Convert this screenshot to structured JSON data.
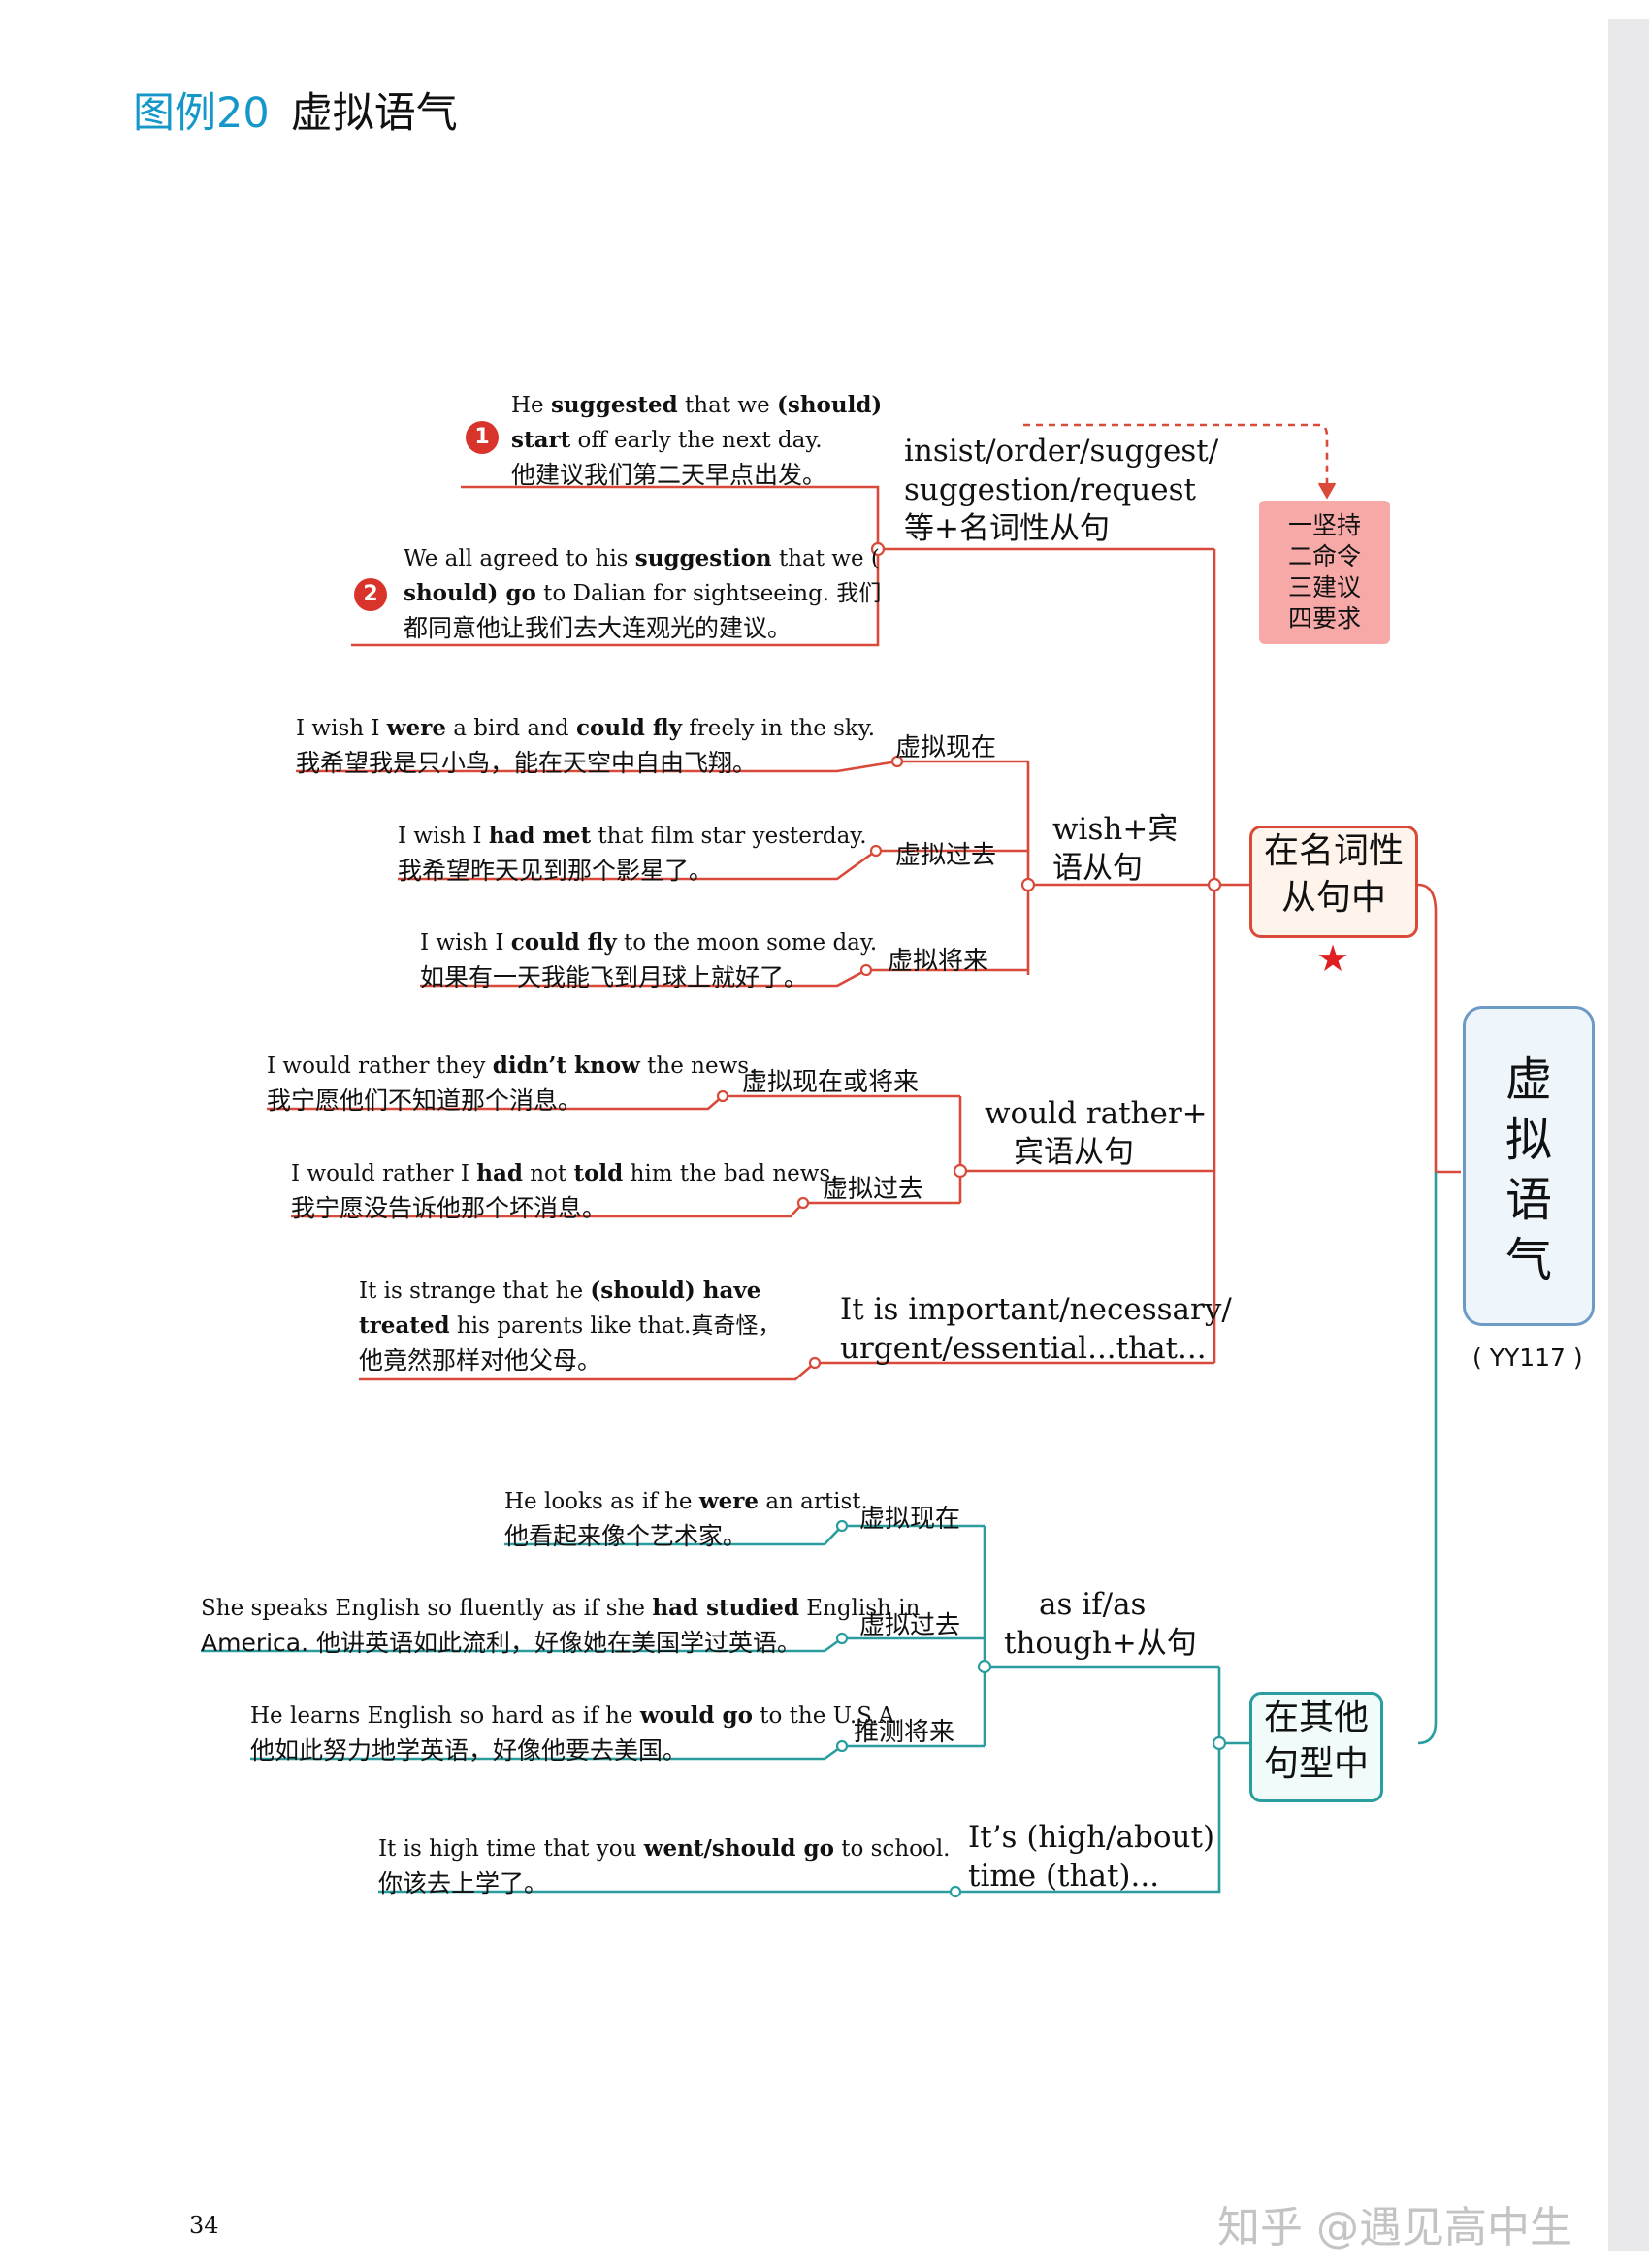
{
  "header": {
    "fig_no": "图例20",
    "fig_title": "虚拟语气"
  },
  "root": {
    "chars": [
      "虚",
      "拟",
      "语",
      "气"
    ],
    "code": "( YY117 )"
  },
  "branches": {
    "noun_clause": {
      "label_l1": "在名词性",
      "label_l2": "从句中",
      "star": "★"
    },
    "other_patterns": {
      "label_l1": "在其他",
      "label_l2": "句型中"
    }
  },
  "mnemonic": {
    "lines": [
      "一坚持",
      "二命令",
      "三建议",
      "四要求"
    ]
  },
  "categories": {
    "insist": {
      "l1": "insist/order/suggest/",
      "l2": "suggestion/request",
      "l3": "等+名词性从句"
    },
    "wish": {
      "l1": "wish+宾",
      "l2": "语从句"
    },
    "rather": {
      "l1": "would rather+",
      "l2": "宾语从句"
    },
    "important": {
      "l1": "It is important/necessary/",
      "l2": "urgent/essential...that..."
    },
    "as_if": {
      "l1": "as if/as",
      "l2": "though+从句"
    },
    "high_time": {
      "l1": "It’s (high/about)",
      "l2": "time (that)..."
    }
  },
  "sub_labels": {
    "wish_present": "虚拟现在",
    "wish_past": "虚拟过去",
    "wish_future": "虚拟将来",
    "rather_present": "虚拟现在或将来",
    "rather_past": "虚拟过去",
    "asif_present": "虚拟现在",
    "asif_past": "虚拟过去",
    "asif_future": "推测将来"
  },
  "examples": {
    "ex1": {
      "num": "1",
      "l1": [
        "He ",
        "suggested",
        " that we ",
        "(should)"
      ],
      "l2": [
        "start",
        " off early the next day."
      ],
      "zh": "他建议我们第二天早点出发。"
    },
    "ex2": {
      "num": "2",
      "l1": [
        "We all agreed to his ",
        "suggestion",
        " that we ("
      ],
      "l2": [
        "should) go",
        " to Dalian for sightseeing. 我们"
      ],
      "zh": "都同意他让我们去大连观光的建议。"
    },
    "ex3": {
      "l1": [
        "I wish I ",
        "were",
        " a bird and ",
        "could fly",
        " freely in the sky."
      ],
      "zh": "我希望我是只小鸟，能在天空中自由飞翔。"
    },
    "ex4": {
      "l1": [
        "I wish I ",
        "had met",
        " that film star yesterday."
      ],
      "zh": "我希望昨天见到那个影星了。"
    },
    "ex5": {
      "l1": [
        "I wish I ",
        "could fly",
        " to the moon some day."
      ],
      "zh": "如果有一天我能飞到月球上就好了。"
    },
    "ex6": {
      "l1": [
        "I would rather they ",
        "didn’t know",
        " the news."
      ],
      "zh": "我宁愿他们不知道那个消息。"
    },
    "ex7": {
      "l1": [
        "I would rather I ",
        "had",
        " not ",
        "told",
        " him the bad news."
      ],
      "zh": "我宁愿没告诉他那个坏消息。"
    },
    "ex8": {
      "l1": [
        "It is strange that he ",
        "(should) have"
      ],
      "l2": [
        "treated",
        " his parents like that.真奇怪，"
      ],
      "zh": "他竟然那样对他父母。"
    },
    "ex9": {
      "l1": [
        "He looks as if he ",
        "were",
        " an artist."
      ],
      "zh": "他看起来像个艺术家。"
    },
    "ex10": {
      "l1": [
        "She speaks English so fluently as if she ",
        "had studied",
        " English in"
      ],
      "l2": [
        "America. 他讲英语如此流利，好像她在美国学过英语。"
      ]
    },
    "ex11": {
      "l1": [
        "He learns English so hard as if he ",
        "would go",
        " to the U.S.A."
      ],
      "zh": "他如此努力地学英语，好像他要去美国。"
    },
    "ex12": {
      "l1": [
        "It is high time that you ",
        "went/should go",
        " to school."
      ],
      "zh": "你该去上学了。"
    }
  },
  "footer": {
    "page": "34",
    "watermark": "知乎 @遇见高中生"
  },
  "colors": {
    "red": "#d94a3a",
    "teal": "#2a9e9e",
    "title_blue": "#1697c9",
    "pink": "#f7a9a8",
    "root_border": "#6e9ac6"
  }
}
